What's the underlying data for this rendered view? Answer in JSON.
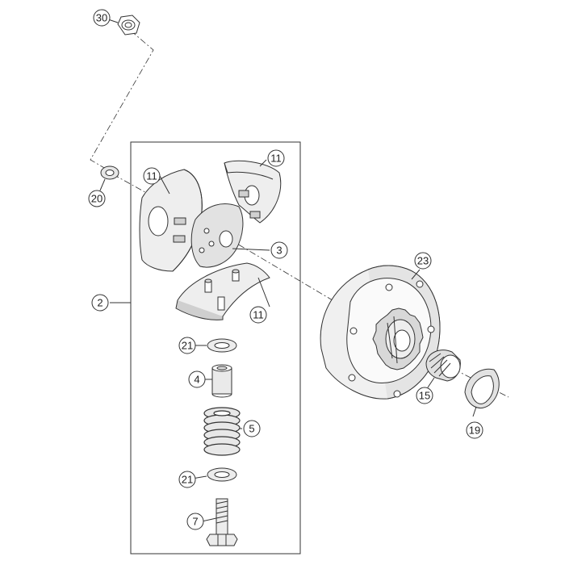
{
  "callouts": {
    "nut": "30",
    "washer_top": "20",
    "shoe_left": "11",
    "shoe_top": "11",
    "carrier": "3",
    "shoe_bottom": "11",
    "assembly": "2",
    "washer_a": "21",
    "sleeve": "4",
    "spring": "5",
    "washer_b": "21",
    "bolt": "7",
    "drum": "23",
    "bearing": "15",
    "washer_right": "19"
  }
}
